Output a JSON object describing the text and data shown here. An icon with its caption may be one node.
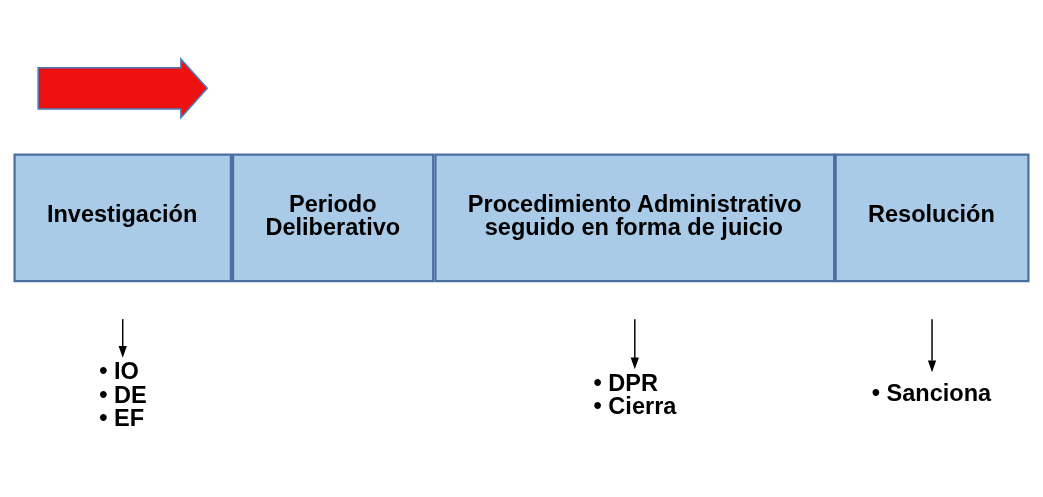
{
  "diagram": {
    "nodes": [
      {
        "text": [],
        "shape": "arrow"
      },
      {
        "text": [
          "Investigación"
        ]
      },
      {
        "text": [
          "Periodo Deliberativo"
        ]
      },
      {
        "text": [
          "Procedimiento Administrativo seguido en forma de juicio"
        ]
      },
      {
        "text": [
          "Resolución"
        ]
      },
      {
        "text": [
          "• IO",
          "• DE",
          "• EF"
        ]
      },
      {
        "text": [
          "• DPR",
          "• Cierra"
        ]
      },
      {
        "text": [
          "• Sanciona"
        ]
      }
    ],
    "edges": [
      {
        "from": null,
        "to": 5,
        "arrow": "to"
      },
      {
        "from": null,
        "to": 6,
        "arrow": "to"
      },
      {
        "from": null,
        "to": 7,
        "arrow": "to"
      }
    ]
  }
}
